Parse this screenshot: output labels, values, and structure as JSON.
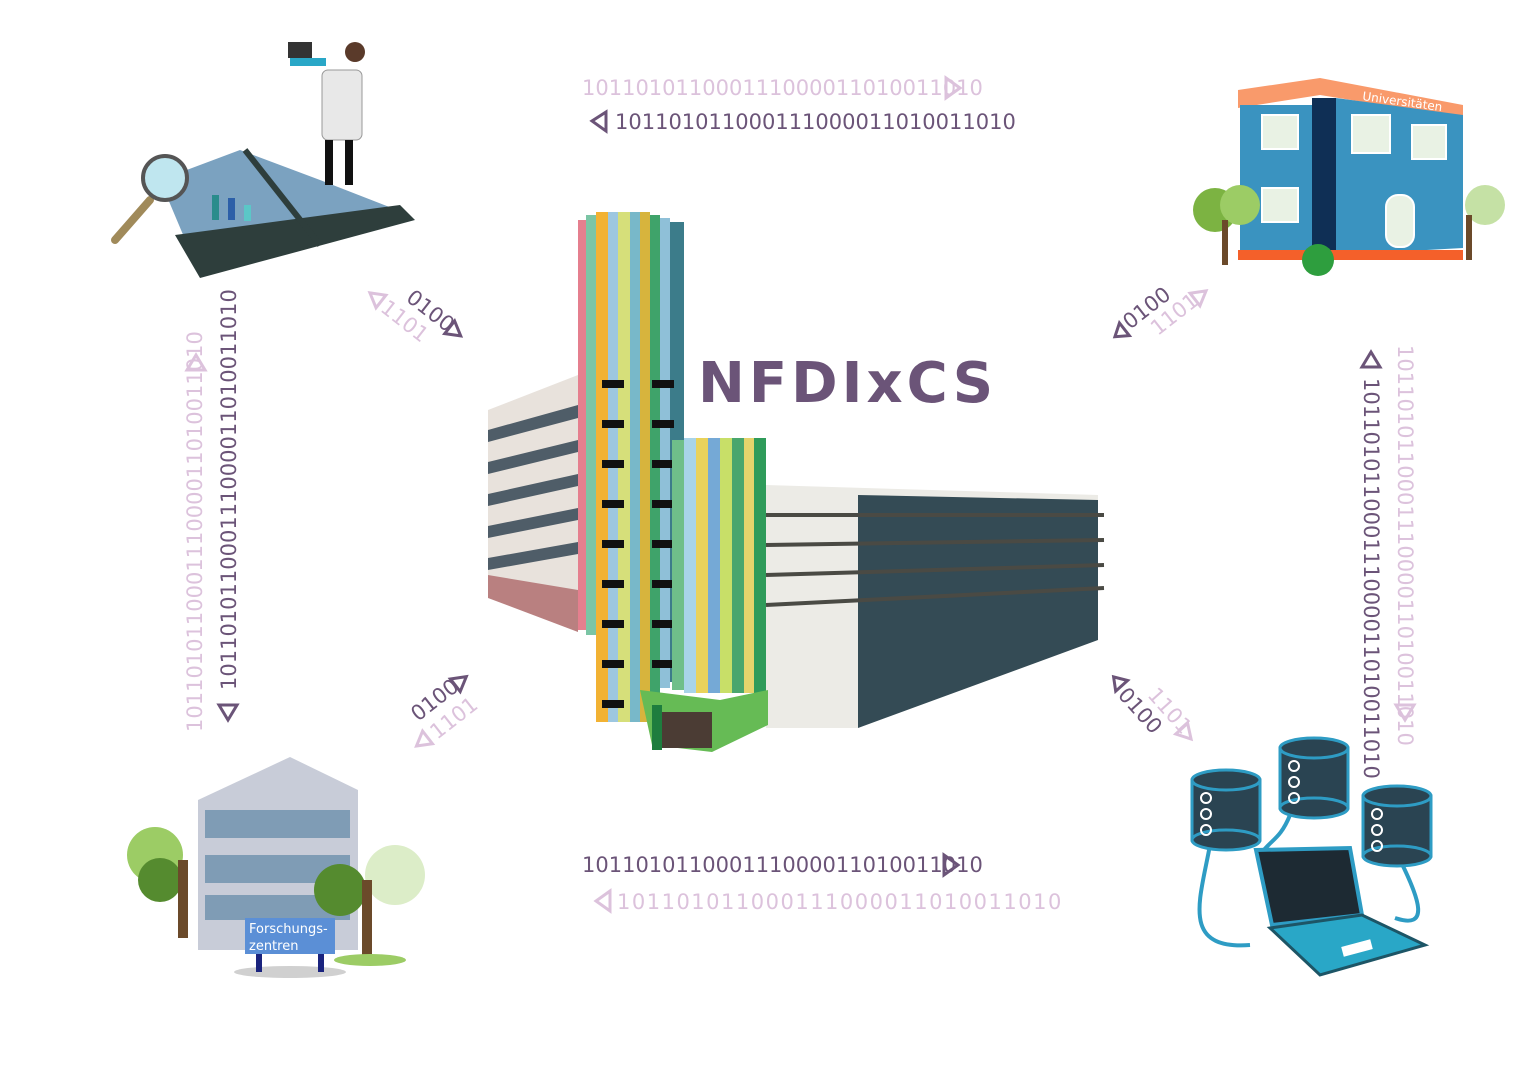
{
  "title": "NFDIxCS",
  "binary": {
    "top_light": "101101011000111000011010011010",
    "top_dark": "101101011000111000011010011010",
    "bottom_dark": "101101011000111000011010011010",
    "bottom_light": "101101011000111000011010011010",
    "left_light": "101101011000111000011010011010",
    "left_dark": "101101011000111000011010011010",
    "right_dark": "101101011000111000011010011010",
    "right_light": "101101011000111000011010011010",
    "diag_a": "0100",
    "diag_b": "1101"
  },
  "labels": {
    "universities": "Universitäten",
    "research_centers_1": "Forschungs-",
    "research_centers_2": "zentren"
  },
  "colors": {
    "dark": "#6b5478",
    "light": "#dcc2dc"
  }
}
